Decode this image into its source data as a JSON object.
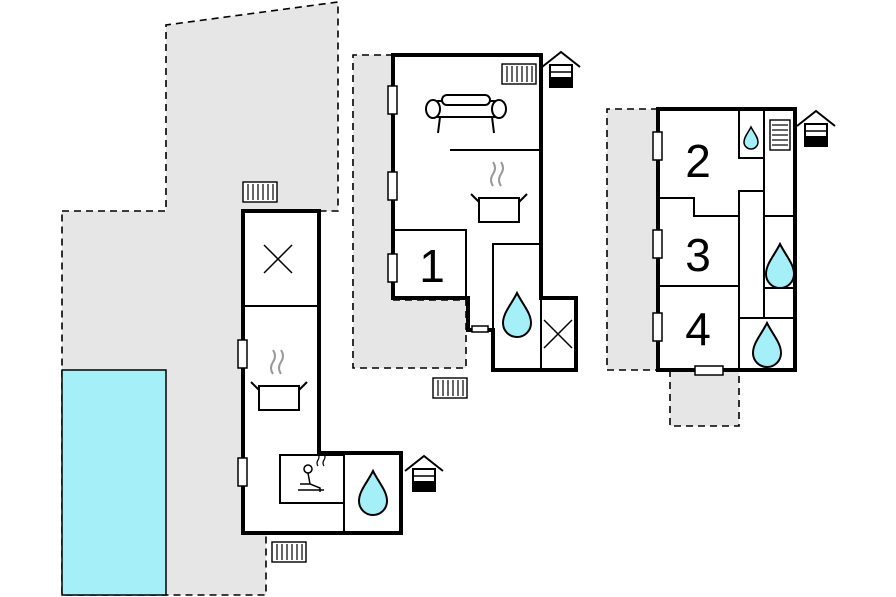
{
  "colors": {
    "outdoor_area": "#e6e6e6",
    "pool": "#a5f0f8",
    "water_drop": "#a5f0f8",
    "wall": "#000000",
    "room_fill": "#ffffff"
  },
  "icons": [
    "radiator-icon",
    "house-entrance-icon",
    "sofa-icon",
    "stove-icon",
    "water-drop-icon",
    "cross-icon",
    "sauna-icon"
  ],
  "rooms": {
    "room1": {
      "label": "1"
    },
    "room2": {
      "label": "2"
    },
    "room3": {
      "label": "3"
    },
    "room4": {
      "label": "4"
    }
  }
}
